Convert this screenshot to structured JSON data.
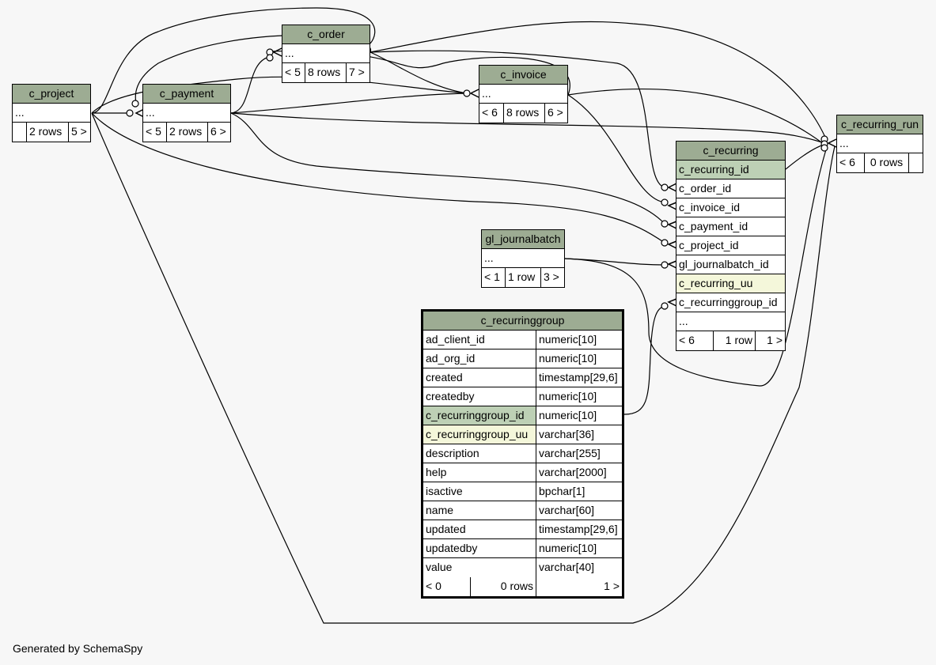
{
  "tables": {
    "c_order": {
      "name": "c_order",
      "ellipsis": "...",
      "stats": [
        "< 5",
        "8 rows",
        "7 >"
      ]
    },
    "c_invoice": {
      "name": "c_invoice",
      "ellipsis": "...",
      "stats": [
        "< 6",
        "8 rows",
        "6 >"
      ]
    },
    "c_project": {
      "name": "c_project",
      "ellipsis": "...",
      "stats": [
        "",
        "2 rows",
        "5 >"
      ]
    },
    "c_payment": {
      "name": "c_payment",
      "ellipsis": "...",
      "stats": [
        "< 5",
        "2 rows",
        "6 >"
      ]
    },
    "c_recurring_run": {
      "name": "c_recurring_run",
      "ellipsis": "...",
      "stats": [
        "< 6",
        "0 rows",
        ""
      ]
    },
    "gl_journalbatch": {
      "name": "gl_journalbatch",
      "ellipsis": "...",
      "stats": [
        "< 1",
        "1 row",
        "3 >"
      ]
    },
    "c_recurring": {
      "name": "c_recurring",
      "columns": [
        "c_recurring_id",
        "c_order_id",
        "c_invoice_id",
        "c_payment_id",
        "c_project_id",
        "gl_journalbatch_id",
        "c_recurring_uu",
        "c_recurringgroup_id"
      ],
      "ellipsis": "...",
      "stats": [
        "< 6",
        "1 row",
        "1 >"
      ]
    },
    "c_recurringgroup": {
      "name": "c_recurringgroup",
      "columns": [
        {
          "name": "ad_client_id",
          "type": "numeric[10]"
        },
        {
          "name": "ad_org_id",
          "type": "numeric[10]"
        },
        {
          "name": "created",
          "type": "timestamp[29,6]"
        },
        {
          "name": "createdby",
          "type": "numeric[10]"
        },
        {
          "name": "c_recurringgroup_id",
          "type": "numeric[10]"
        },
        {
          "name": "c_recurringgroup_uu",
          "type": "varchar[36]"
        },
        {
          "name": "description",
          "type": "varchar[255]"
        },
        {
          "name": "help",
          "type": "varchar[2000]"
        },
        {
          "name": "isactive",
          "type": "bpchar[1]"
        },
        {
          "name": "name",
          "type": "varchar[60]"
        },
        {
          "name": "updated",
          "type": "timestamp[29,6]"
        },
        {
          "name": "updatedby",
          "type": "numeric[10]"
        },
        {
          "name": "value",
          "type": "varchar[40]"
        }
      ],
      "stats": [
        "< 0",
        "0 rows",
        "1 >"
      ]
    }
  },
  "colors": {
    "header": "#9dac93",
    "primary_key": "#bdd0b5",
    "unique": "#f4f7da",
    "background": "#f7f7f7"
  },
  "footer": "Generated by SchemaSpy"
}
